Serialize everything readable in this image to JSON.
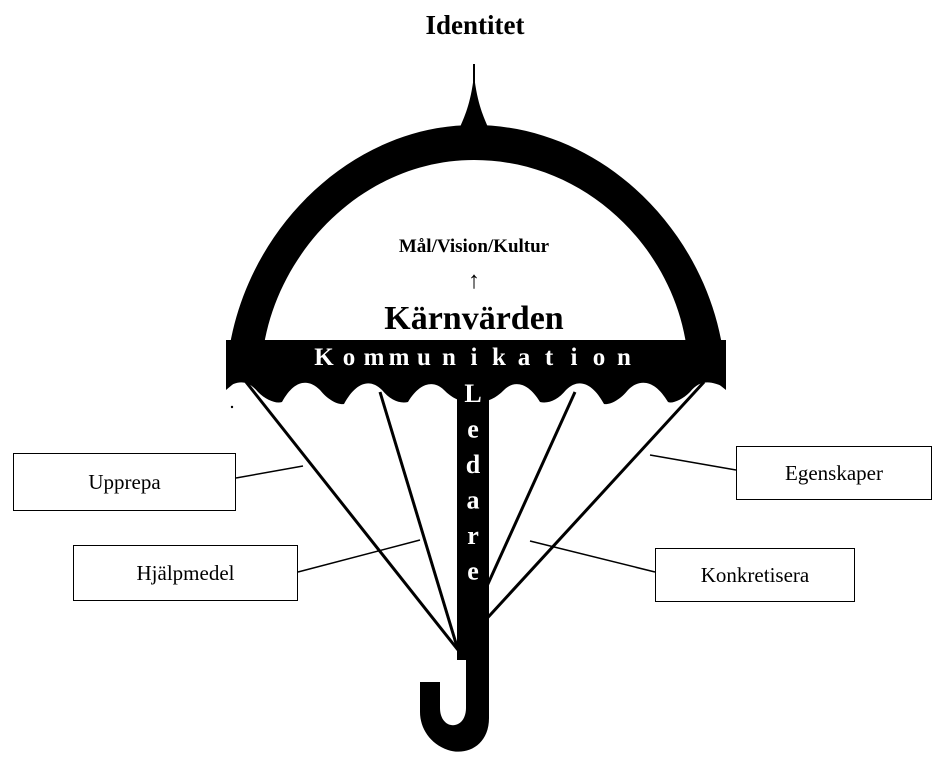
{
  "title": "Identitet",
  "umbrella": {
    "top_text": "Mål/Vision/Kultur",
    "arrow": "↑",
    "core_text": "Kärnvärden",
    "band_letters": [
      "K",
      "o",
      "m",
      "m",
      "u",
      "n",
      "i",
      "k",
      "a",
      "t",
      "i",
      "o",
      "n"
    ],
    "shaft_letters": [
      "L",
      "e",
      "d",
      "a",
      "r",
      "e"
    ]
  },
  "labels": {
    "upprepa": "Upprepa",
    "hjalpmedel": "Hjälpmedel",
    "egenskaper": "Egenskaper",
    "konkretisera": "Konkretisera"
  },
  "colors": {
    "ink": "#000000",
    "paper": "#ffffff"
  }
}
